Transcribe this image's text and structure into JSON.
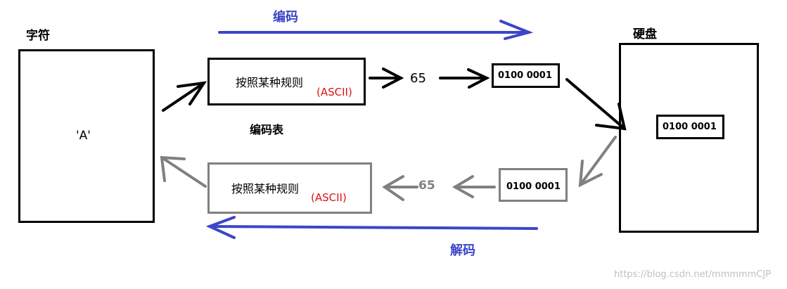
{
  "labels": {
    "encode": "编码",
    "decode": "解码",
    "char_title": "字符",
    "disk_title": "硬盘",
    "encoding_table": "编码表"
  },
  "char_box": {
    "value": "'A'"
  },
  "rule_top": {
    "text": "按照某种规则",
    "tag": "(ASCII)"
  },
  "rule_bottom": {
    "text": "按照某种规则",
    "tag": "(ASCII)"
  },
  "code_top": "65",
  "code_bottom": "65",
  "binary_top": "0100 0001",
  "binary_disk": "0100 0001",
  "binary_bottom": "0100 0001",
  "watermark": "https://blog.csdn.net/mmmmmCJP",
  "colors": {
    "encode_arrow": "#3c46c8",
    "decode_arrow": "#3c46c8",
    "black": "#000000",
    "gray": "#808080",
    "ascii_red": "#e01010",
    "label_blue": "#3c46c8"
  }
}
